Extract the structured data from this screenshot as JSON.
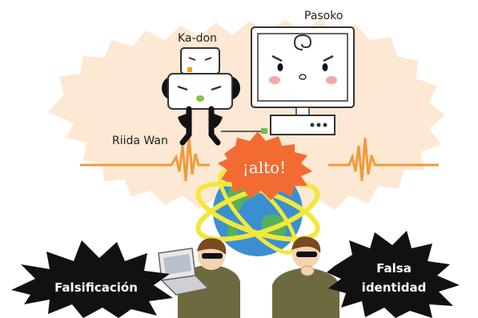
{
  "labels": {
    "kadon": "Ka-don",
    "pasoko": "Pasoko",
    "riida_wan": "Riida Wan",
    "alto": "¡alto!",
    "falsificacion": "Falsificación",
    "falsa_line1": "Falsa",
    "falsa_line2": "identidad"
  },
  "colors": {
    "glow": "#fde8d3",
    "signal_line": "#f29a3a",
    "alert_burst": "#f26b33",
    "globe_ocean": "#3b8fd1",
    "globe_land": "#57b05a",
    "orbit_ring": "#f2e83a",
    "black_burst": "#111111"
  },
  "icons": {
    "router": "router-character-icon",
    "computer": "computer-character-icon",
    "globe": "globe-icon",
    "hacker": "hacker-person-icon",
    "impostor": "impostor-person-icon"
  }
}
